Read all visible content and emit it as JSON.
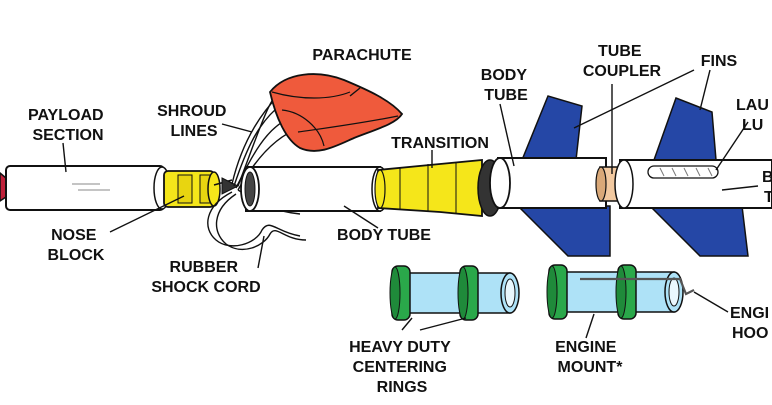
{
  "title": "",
  "colors": {
    "parachute": "#ef5a3c",
    "nose_block": "#f5e61a",
    "transition": "#f5e61a",
    "fins": "#2547a6",
    "tube": "#ffffff",
    "centering_rings": "#2aa84a",
    "inner_tube": "#aee2f7",
    "tube_coupler": "#f2c9a0",
    "nose_tip": "#c0213a",
    "outline": "#111111"
  },
  "labels": {
    "payload_section": [
      "PAYLOAD",
      "SECTION"
    ],
    "nose_block": [
      "NOSE",
      "BLOCK"
    ],
    "shroud_lines": [
      "SHROUD",
      "LINES"
    ],
    "parachute": [
      "PARACHUTE"
    ],
    "rubber_shock_cord": [
      "RUBBER",
      "SHOCK CORD"
    ],
    "transition": [
      "TRANSITION"
    ],
    "body_tube_center": [
      "BODY TUBE"
    ],
    "body_tube_upper": [
      "BODY",
      "TUBE"
    ],
    "tube_coupler": [
      "TUBE",
      "COUPLER"
    ],
    "fins": [
      "FINS"
    ],
    "launch_lug": [
      "LAU",
      "LU"
    ],
    "body_tube_right": [
      "B",
      "T"
    ],
    "heavy_duty_centering_rings": [
      "HEAVY DUTY",
      "CENTERING",
      "RINGS"
    ],
    "engine_mount": [
      "ENGINE",
      "MOUNT*"
    ],
    "engine_hook": [
      "ENGI",
      "HOO"
    ]
  }
}
